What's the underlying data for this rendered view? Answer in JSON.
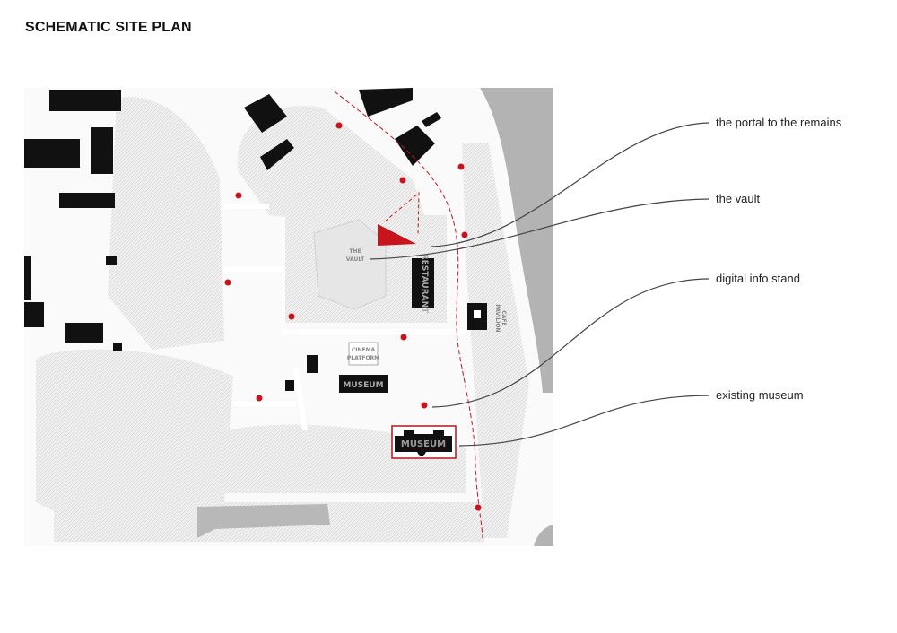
{
  "title": "SCHEMATIC SITE PLAN",
  "map_labels": {
    "the_vault": [
      "THE",
      "VAULT"
    ],
    "restaurant": "RESTAURANT",
    "cafe_pavilion": [
      "CAFE",
      "PAVILION"
    ],
    "cinema_platform": [
      "CINEMA",
      "PLATFORM"
    ],
    "museum_old": "MUSEUM",
    "museum_existing": "MUSEUM"
  },
  "legend": [
    {
      "label": "the portal to the remains"
    },
    {
      "label": "the vault"
    },
    {
      "label": "digital info stand"
    },
    {
      "label": "existing museum"
    }
  ],
  "colors": {
    "accent": "#c8141c",
    "building": "#111111",
    "water": "#b3b3b3",
    "terrain": "#ececec"
  }
}
